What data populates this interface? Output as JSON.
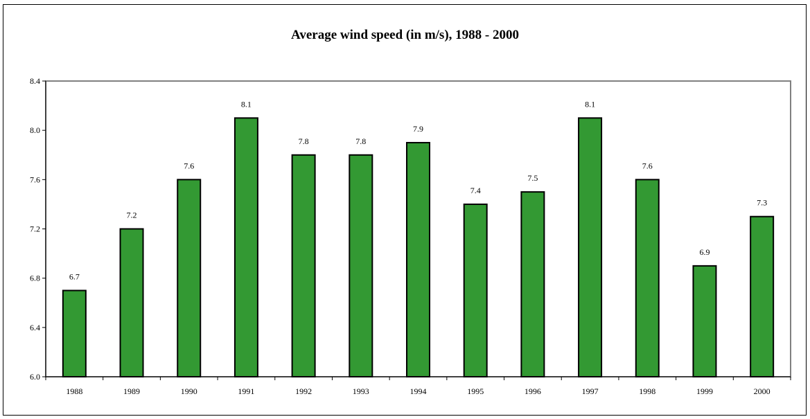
{
  "chart_data": {
    "type": "bar",
    "title": "Average wind speed (in m/s), 1988 - 2000",
    "xlabel": "",
    "ylabel": "",
    "categories": [
      "1988",
      "1989",
      "1990",
      "1991",
      "1992",
      "1993",
      "1994",
      "1995",
      "1996",
      "1997",
      "1998",
      "1999",
      "2000"
    ],
    "values": [
      6.7,
      7.2,
      7.6,
      8.1,
      7.8,
      7.8,
      7.9,
      7.4,
      7.5,
      8.1,
      7.6,
      6.9,
      7.3
    ],
    "data_labels": [
      "6.7",
      "7.2",
      "7.6",
      "8.1",
      "7.8",
      "7.8",
      "7.9",
      "7.4",
      "7.5",
      "8.1",
      "7.6",
      "6.9",
      "7.3"
    ],
    "ylim": [
      6.0,
      8.4
    ],
    "yticks": [
      6.0,
      6.4,
      6.8,
      7.2,
      7.6,
      8.0,
      8.4
    ],
    "ytick_labels": [
      "6.0",
      "6.4",
      "6.8",
      "7.2",
      "7.6",
      "8.0",
      "8.4"
    ],
    "grid": false,
    "legend": "none",
    "bar_color": "#339933",
    "bar_edge_color": "#000000",
    "plot_border_color": "#808080"
  }
}
